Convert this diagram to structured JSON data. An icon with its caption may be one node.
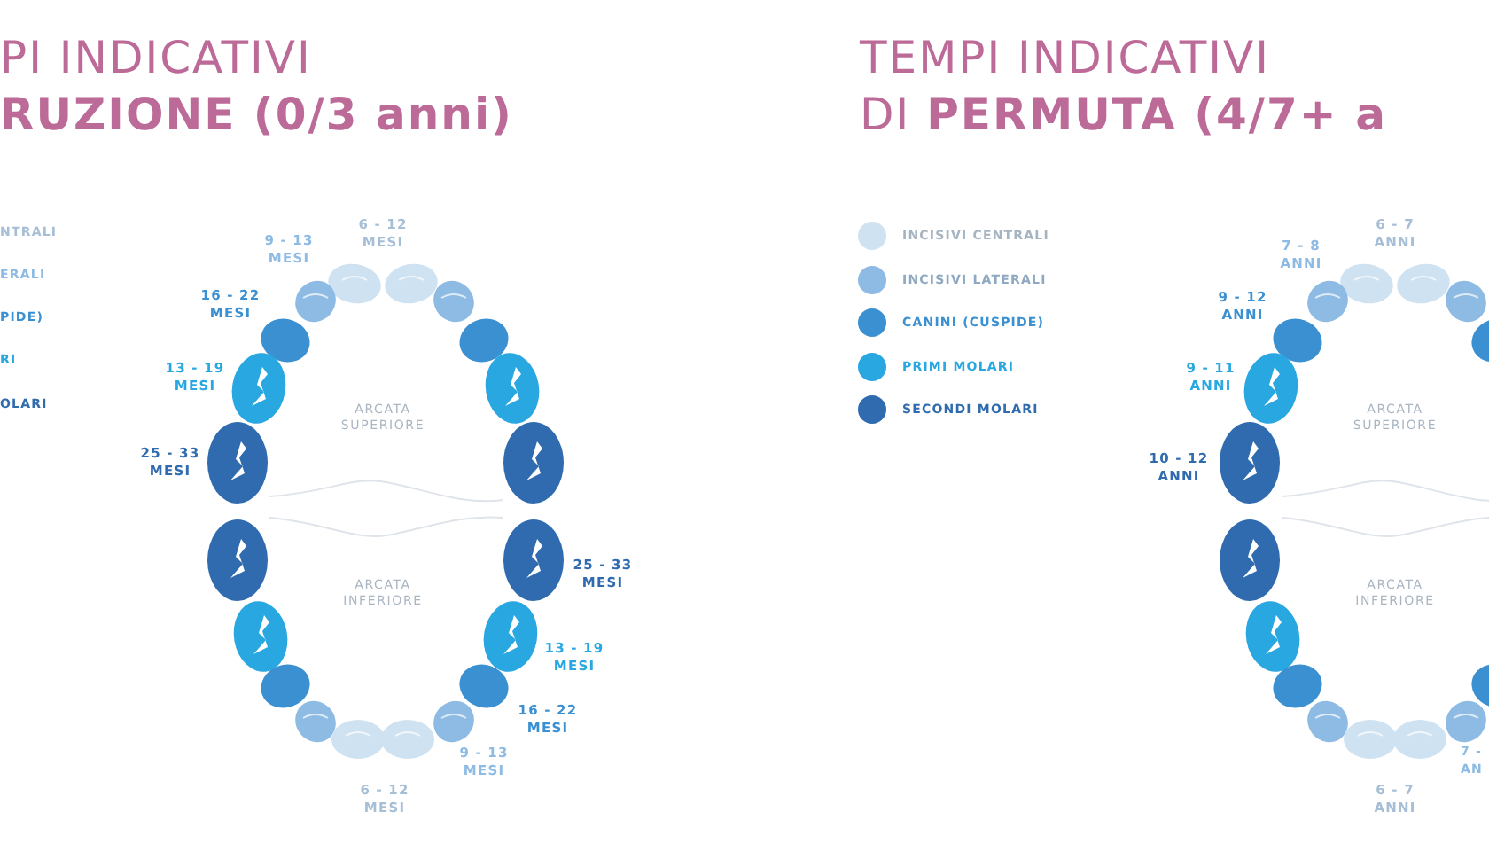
{
  "diagram": {
    "labels": [
      "PI INDICATIVI",
      "RUZIONE (0/3 anni)",
      "DI **PERMUTA (4/7+ a**",
      "TEMPI INDICATIVI",
      "NTRALI",
      "ERALI",
      "PIDE)",
      "RI",
      "OLARI",
      "6 - 12 MESI",
      "9 - 13 MESI",
      "16 - 22 MESI",
      "13 - 19 MESI",
      "ARCATA SUPERIORE",
      "25 - 33 MESI",
      "25 - 33 MESI",
      "ARCATA INFERIORE",
      "13 - 19 MESI",
      "16 - 22 MESI",
      "9 - 13 MESI",
      "6 - 12 MESI",
      "6 - 7 ANNI",
      "7 - 8 ANNI",
      "9 - 12 ANNI",
      "9 - 11 ANNI",
      "ARCATA SUPERIORE",
      "10 - 12 ANNI",
      "ARCATA INFERIORE",
      "6 - 7 ANNI",
      "7 -",
      "AN"
    ],
    "legend": [
      {
        "text": "INCISIVI CENTRALI",
        "color": "#cfe2f1"
      },
      {
        "text": "INCISIVI LATERALI",
        "color": "#8dbbe3"
      },
      {
        "text": "CANINI (CUSPIDE)",
        "color": "#3a90d1"
      },
      {
        "text": "PRIMI MOLARI",
        "color": "#28a7e1"
      },
      {
        "text": "SECONDI MOLARI",
        "color": "#2f6bae"
      }
    ]
  }
}
